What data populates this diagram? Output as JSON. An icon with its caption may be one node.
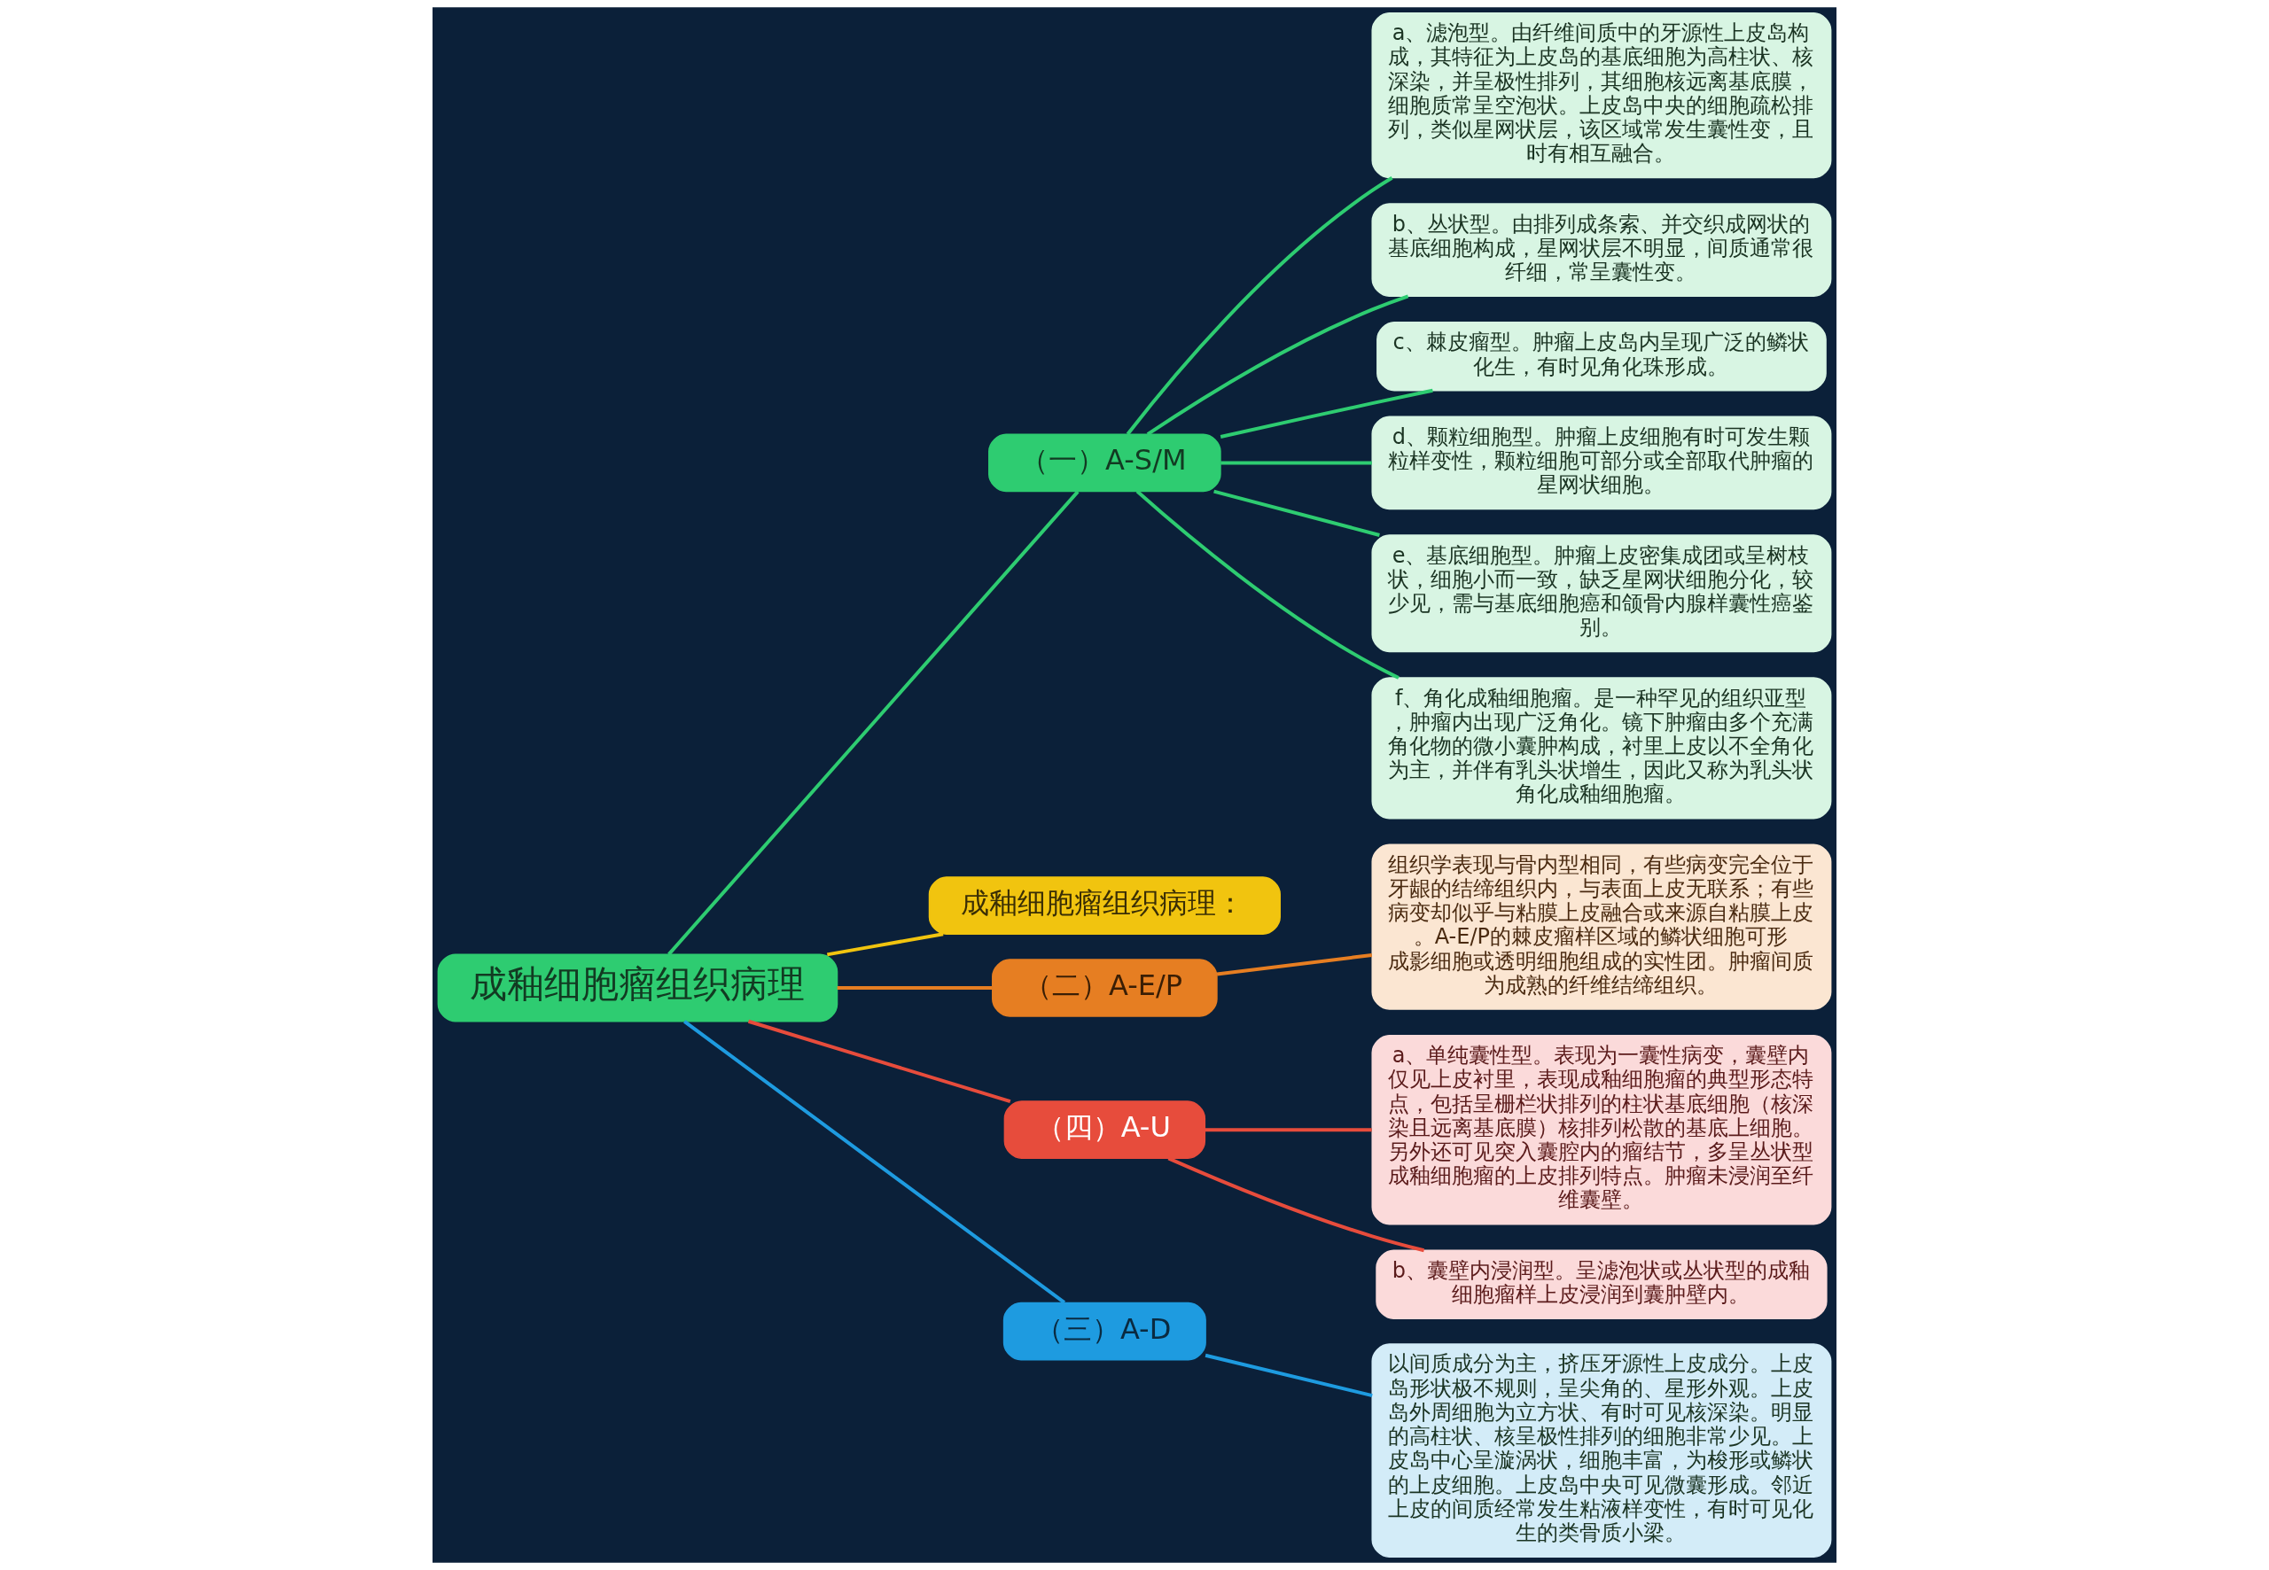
{
  "diagram": {
    "nodes": [
      {
        "text": [
          "成釉细胞瘤组织病理"
        ]
      },
      {
        "text": [
          "（一）A-S/M"
        ]
      },
      {
        "text": [
          "a、滤泡型。由纤维间质中的牙源性上皮岛构成，其特征为上皮岛的基底细胞为高柱状、核深染，并呈极性排列，其细胞核远离基底膜，细胞质常呈空泡状。上皮岛中央的细胞疏松排列，类似星网状层，该区域常发生囊性变，且时有相互融合。"
        ]
      },
      {
        "text": [
          "b、丛状型。由排列成条索、并交织成网状的基底细胞构成，星网状层不明显，间质通常很纤细，常呈囊性变。"
        ]
      },
      {
        "text": [
          "c、棘皮瘤型。肿瘤上皮岛内呈现广泛的鳞状化生，有时见角化珠形成。"
        ]
      },
      {
        "text": [
          "d、颗粒细胞型。肿瘤上皮细胞有时可发生颗粒样变性，颗粒细胞可部分或全部取代肿瘤的星网状细胞。"
        ]
      },
      {
        "text": [
          "e、基底细胞型。肿瘤上皮密集成团或呈树枝状，细胞小而一致，缺乏星网状细胞分化，较少见，需与基底细胞癌和颌骨内腺样囊性癌鉴别。"
        ]
      },
      {
        "text": [
          "f、角化成釉细胞瘤。是一种罕见的组织亚型，肿瘤内出现广泛角化。镜下肿瘤由多个充满角化物的微小囊肿构成，衬里上皮以不全角化为主，并伴有乳头状增生，因此又称为乳头状角化成釉细胞瘤。"
        ]
      },
      {
        "text": [
          "成釉细胞瘤组织病理："
        ]
      },
      {
        "text": [
          "（二）A-E/P"
        ]
      },
      {
        "text": [
          "组织学表现与骨内型相同，有些病变完全位于牙龈的结缔组织内，与表面上皮无联系；有些病变却似乎与粘膜上皮融合或来源自粘膜上皮。A-E/P的棘皮瘤样区域的鳞状细胞可形成影细胞或透明细胞组成的实性团。肿瘤间质为成熟的纤维结缔组织。"
        ]
      },
      {
        "text": [
          "（四）A-U"
        ]
      },
      {
        "text": [
          "a、单纯囊性型。表现为一囊性病变，囊壁内仅见上皮衬里，表现成釉细胞瘤的典型形态特点，包括呈栅栏状排列的柱状基底细胞（核深染且远离基底膜）核排列松散的基底上细胞。另外还可见突入囊腔内的瘤结节，多呈丛状型成釉细胞瘤的上皮排列特点。肿瘤未浸润至纤维囊壁。"
        ]
      },
      {
        "text": [
          "b、囊壁内浸润型。呈滤泡状或丛状型的成釉细胞瘤样上皮浸润到囊肿壁内。"
        ]
      },
      {
        "text": [
          "（三）A-D"
        ]
      },
      {
        "text": [
          "以间质成分为主，挤压牙源性上皮成分。上皮岛形状极不规则，呈尖角的、星形外观。上皮岛外周细胞为立方状、有时可见核深染。明显的高柱状、核呈极性排列的细胞非常少见。上皮岛中心呈漩涡状，细胞丰富，为梭形或鳞状的上皮细胞。上皮岛中央可见微囊形成。邻近上皮的间质经常发生粘液样变性，有时可见化生的类骨质小梁。"
        ]
      }
    ],
    "edges": [
      {
        "from": 0,
        "to": 1,
        "arrow": "none",
        "color": "#2ecc71"
      },
      {
        "from": 1,
        "to": 2,
        "arrow": "none",
        "color": "#2ecc71"
      },
      {
        "from": 1,
        "to": 3,
        "arrow": "none",
        "color": "#2ecc71"
      },
      {
        "from": 1,
        "to": 4,
        "arrow": "none",
        "color": "#2ecc71"
      },
      {
        "from": 1,
        "to": 5,
        "arrow": "none",
        "color": "#2ecc71"
      },
      {
        "from": 1,
        "to": 6,
        "arrow": "none",
        "color": "#2ecc71"
      },
      {
        "from": 1,
        "to": 7,
        "arrow": "none",
        "color": "#2ecc71"
      },
      {
        "from": 0,
        "to": 8,
        "arrow": "none",
        "color": "#f1c40f"
      },
      {
        "from": 0,
        "to": 9,
        "arrow": "none",
        "color": "#e67e22"
      },
      {
        "from": 9,
        "to": 10,
        "arrow": "none",
        "color": "#e67e22"
      },
      {
        "from": 0,
        "to": 11,
        "arrow": "none",
        "color": "#e74c3c"
      },
      {
        "from": 11,
        "to": 12,
        "arrow": "none",
        "color": "#e74c3c"
      },
      {
        "from": 11,
        "to": 13,
        "arrow": "none",
        "color": "#e74c3c"
      },
      {
        "from": 0,
        "to": 14,
        "arrow": "none",
        "color": "#1e9be0"
      },
      {
        "from": 14,
        "to": 15,
        "arrow": "none",
        "color": "#1e9be0"
      }
    ]
  }
}
